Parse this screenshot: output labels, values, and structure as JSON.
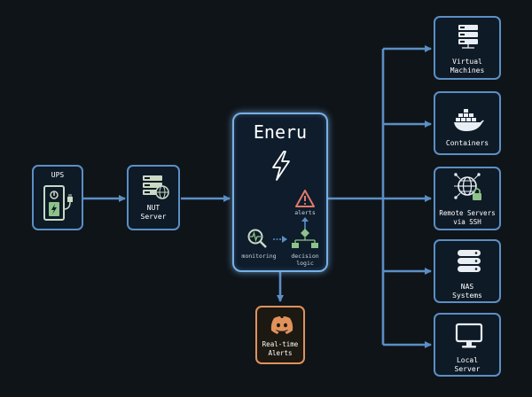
{
  "ups": {
    "label": "UPS"
  },
  "nut": {
    "label": "NUT\nServer"
  },
  "eneru": {
    "title": "Eneru",
    "alerts": "alerts",
    "monitoring": "monitoring",
    "decision": "decision\nlogic"
  },
  "alerts_box": {
    "label": "Real-time\nAlerts"
  },
  "targets": [
    {
      "label": "Virtual\nMachines"
    },
    {
      "label": "Containers"
    },
    {
      "label": "Remote Servers\nvia SSH"
    },
    {
      "label": "NAS\nSystems"
    },
    {
      "label": "Local\nServer"
    }
  ],
  "colors": {
    "background": "#0f1419",
    "line": "#5b8fc4",
    "eneru_border": "#78b0e6",
    "discord_border": "#e0925a",
    "icon_fill": "#c9d9c4",
    "icon_green": "#8fc28a",
    "icon_red": "#e07a6a"
  }
}
